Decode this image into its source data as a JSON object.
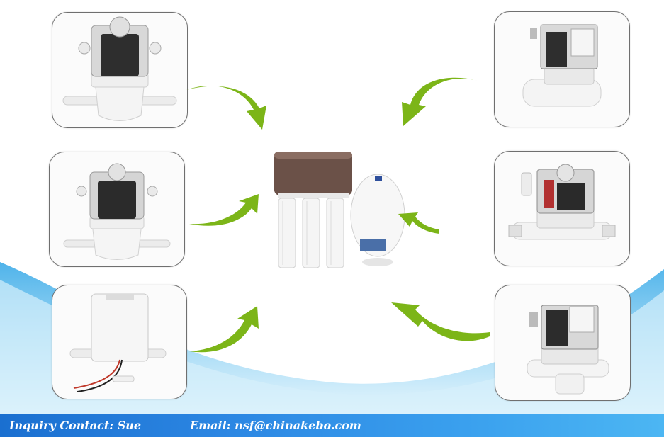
{
  "footer": {
    "contact_label": "Inquiry Contact: Sue",
    "email_label": "Email: nsf@chinakebo.com"
  },
  "products": [
    {
      "name": "solenoid-valve-top-left",
      "icon": "plastic-solenoid-valve-icon"
    },
    {
      "name": "solenoid-valve-mid-left",
      "icon": "plastic-solenoid-valve-icon"
    },
    {
      "name": "solenoid-valve-bottom-left",
      "icon": "white-housing-valve-with-wires-icon"
    },
    {
      "name": "solenoid-valve-top-right",
      "icon": "metal-frame-solenoid-valve-icon"
    },
    {
      "name": "solenoid-valve-mid-right",
      "icon": "quick-connect-solenoid-valve-icon"
    },
    {
      "name": "solenoid-valve-bottom-right",
      "icon": "elbow-solenoid-valve-icon"
    }
  ],
  "center_product": {
    "icon": "ro-water-purifier-icon"
  },
  "colors": {
    "arrow_green": "#7cb518",
    "arrow_dark": "#4f8a10",
    "footer_blue": "#2c87e3",
    "wave_blue": "#6cc2ef",
    "card_border": "#6f6f6f"
  }
}
